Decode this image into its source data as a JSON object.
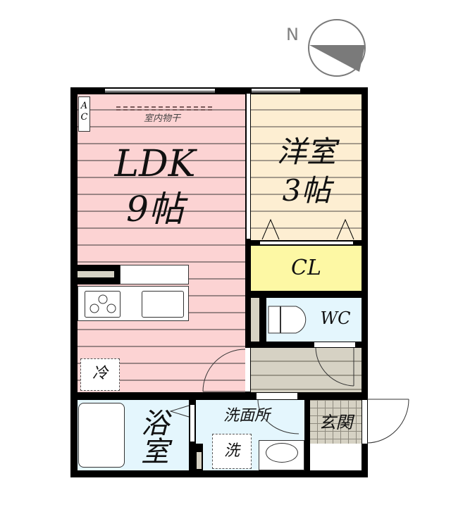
{
  "compass": {
    "north_label": "N"
  },
  "rooms": {
    "ldk": {
      "name": "LDK",
      "size": "9帖",
      "color": "#fcd3d3"
    },
    "western": {
      "name": "洋室",
      "size": "3帖",
      "color": "#fdeed2"
    },
    "closet": {
      "name": "CL",
      "color": "#fdf8a4"
    },
    "toilet": {
      "name": "WC",
      "color": "#e4f6fd"
    },
    "bath": {
      "name_line1": "浴",
      "name_line2": "室",
      "color": "#e4f6fd"
    },
    "washroom": {
      "name": "洗面所",
      "color": "#e4f6fd"
    },
    "entrance": {
      "name": "玄関",
      "color": "#d6d2c4"
    }
  },
  "fixtures": {
    "aircon": {
      "line1": "A",
      "line2": "C"
    },
    "indoor_drying": "室内物干",
    "fridge": "冷",
    "washer": "洗"
  }
}
